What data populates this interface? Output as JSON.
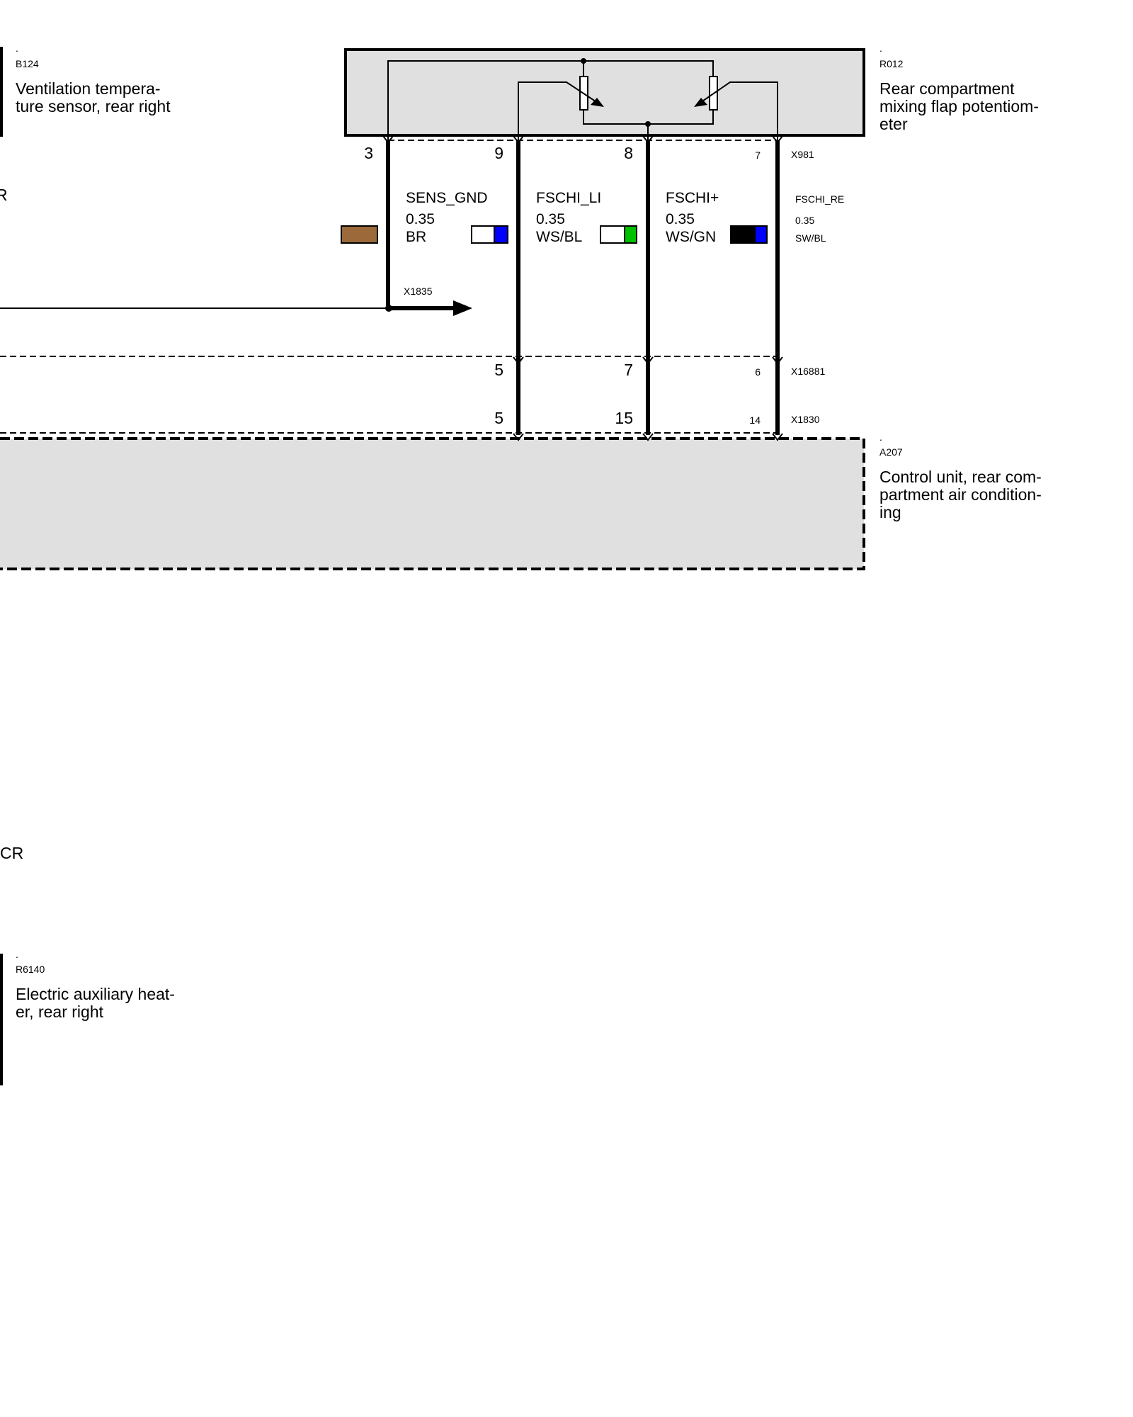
{
  "components": {
    "b124": {
      "dot": ".",
      "id": "B124",
      "line1": "Ventilation tempera-",
      "line2": "ture sensor, rear right"
    },
    "r012": {
      "dot": ".",
      "id": "R012",
      "line1": "Rear compartment",
      "line2": "mixing flap potentiom-",
      "line3": "eter"
    },
    "a207": {
      "dot": ".",
      "id": "A207",
      "line1": "Control unit, rear com-",
      "line2": "partment air condition-",
      "line3": "ing"
    },
    "r6140": {
      "dot": ".",
      "id": "R6140",
      "line1": "Electric auxiliary heat-",
      "line2": "er, rear right"
    }
  },
  "edge_labels": {
    "r_top": "R",
    "cr": "CR"
  },
  "connectors": {
    "x981": "X981",
    "x1835": "X1835",
    "x16881": "X16881",
    "x1830": "X1830"
  },
  "wires": [
    {
      "name": "SENS_GND",
      "gauge": "0.35",
      "color_code": "BR",
      "pin_x981": "3",
      "swatch": [
        "#9c6a3a"
      ]
    },
    {
      "name": "FSCHI_LI",
      "gauge": "0.35",
      "color_code": "WS/BL",
      "pin_x981": "9",
      "pin_x16881": "5",
      "pin_x1830": "5",
      "swatch": [
        "#ffffff",
        "#0000ff"
      ]
    },
    {
      "name": "FSCHI+",
      "gauge": "0.35",
      "color_code": "WS/GN",
      "pin_x981": "8",
      "pin_x16881": "7",
      "pin_x1830": "15",
      "swatch": [
        "#ffffff",
        "#00c000"
      ]
    },
    {
      "name": "FSCHI_RE",
      "gauge": "0.35",
      "color_code": "SW/BL",
      "pin_x981": "7",
      "pin_x16881": "6",
      "pin_x1830": "14",
      "swatch": [
        "#000000",
        "#0000ff"
      ]
    }
  ],
  "colors": {
    "component_fill": "#e0e0e0",
    "line": "#000000"
  }
}
